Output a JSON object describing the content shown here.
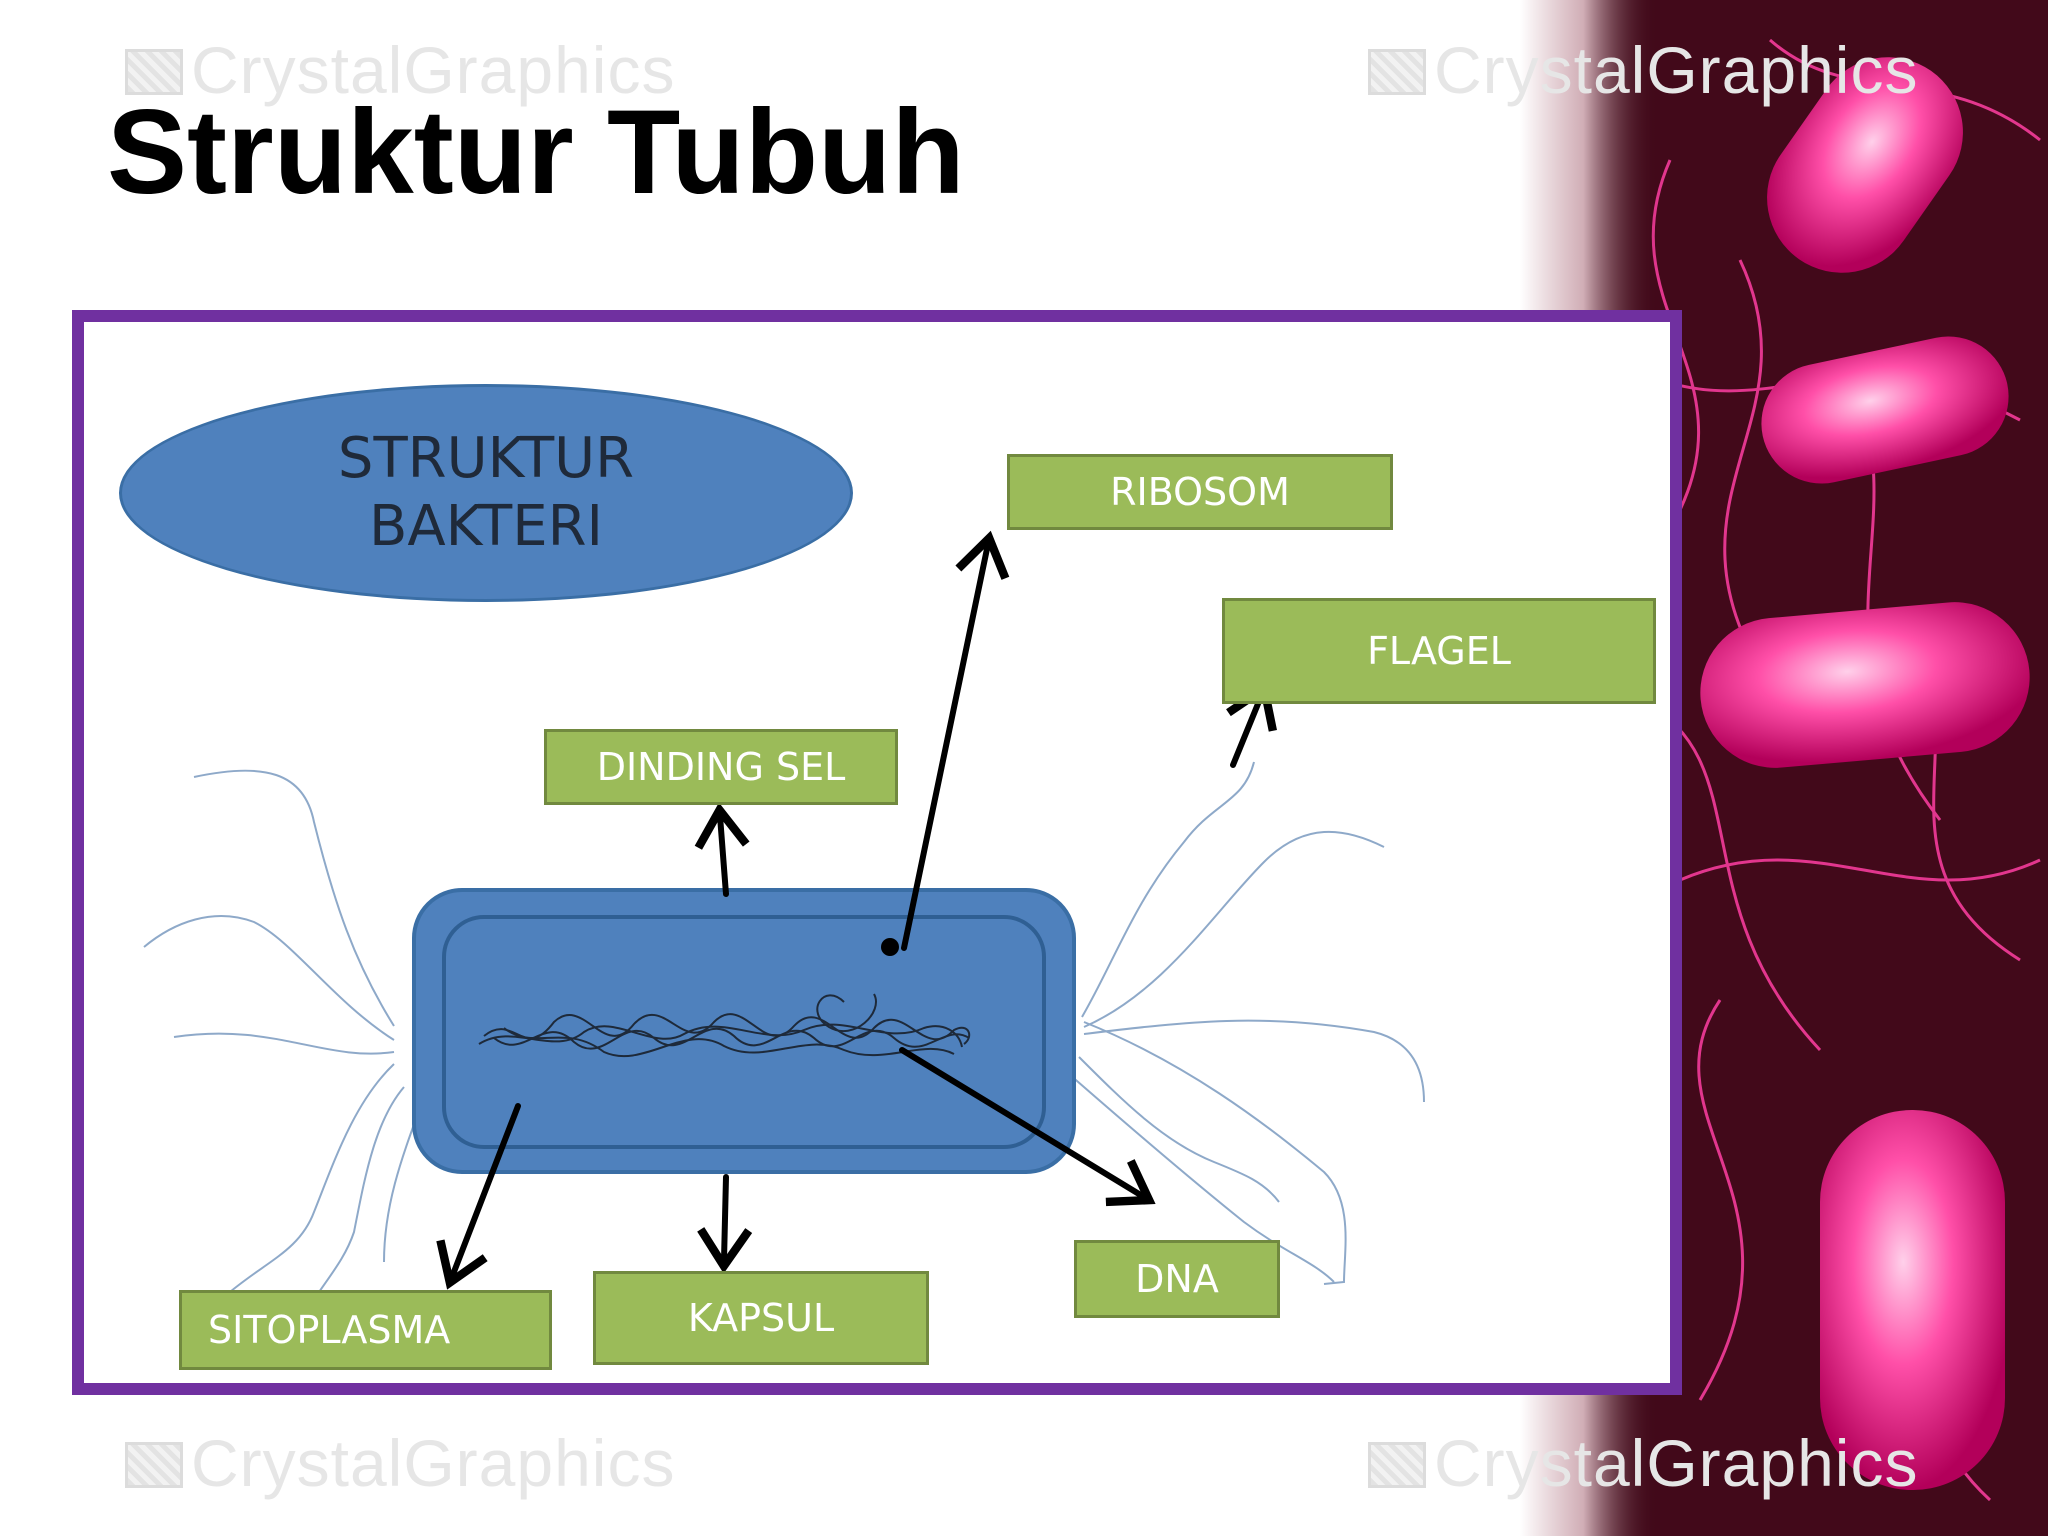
{
  "slide": {
    "title": "Struktur Tubuh",
    "watermark_text": "CrystalGraphics"
  },
  "diagram": {
    "heading_line1": "STRUKTUR",
    "heading_line2": "BAKTERI",
    "labels": {
      "ribosom": "RIBOSOM",
      "flagel": "FLAGEL",
      "dinding_sel": "DINDING SEL",
      "sitoplasma": "SITOPLASMA",
      "kapsul": "KAPSUL",
      "dna": "DNA"
    }
  },
  "colors": {
    "frame": "#7030a0",
    "label_fill": "#9bbb59",
    "cell_fill": "#4f81bd",
    "side_background": "#e0146e"
  }
}
